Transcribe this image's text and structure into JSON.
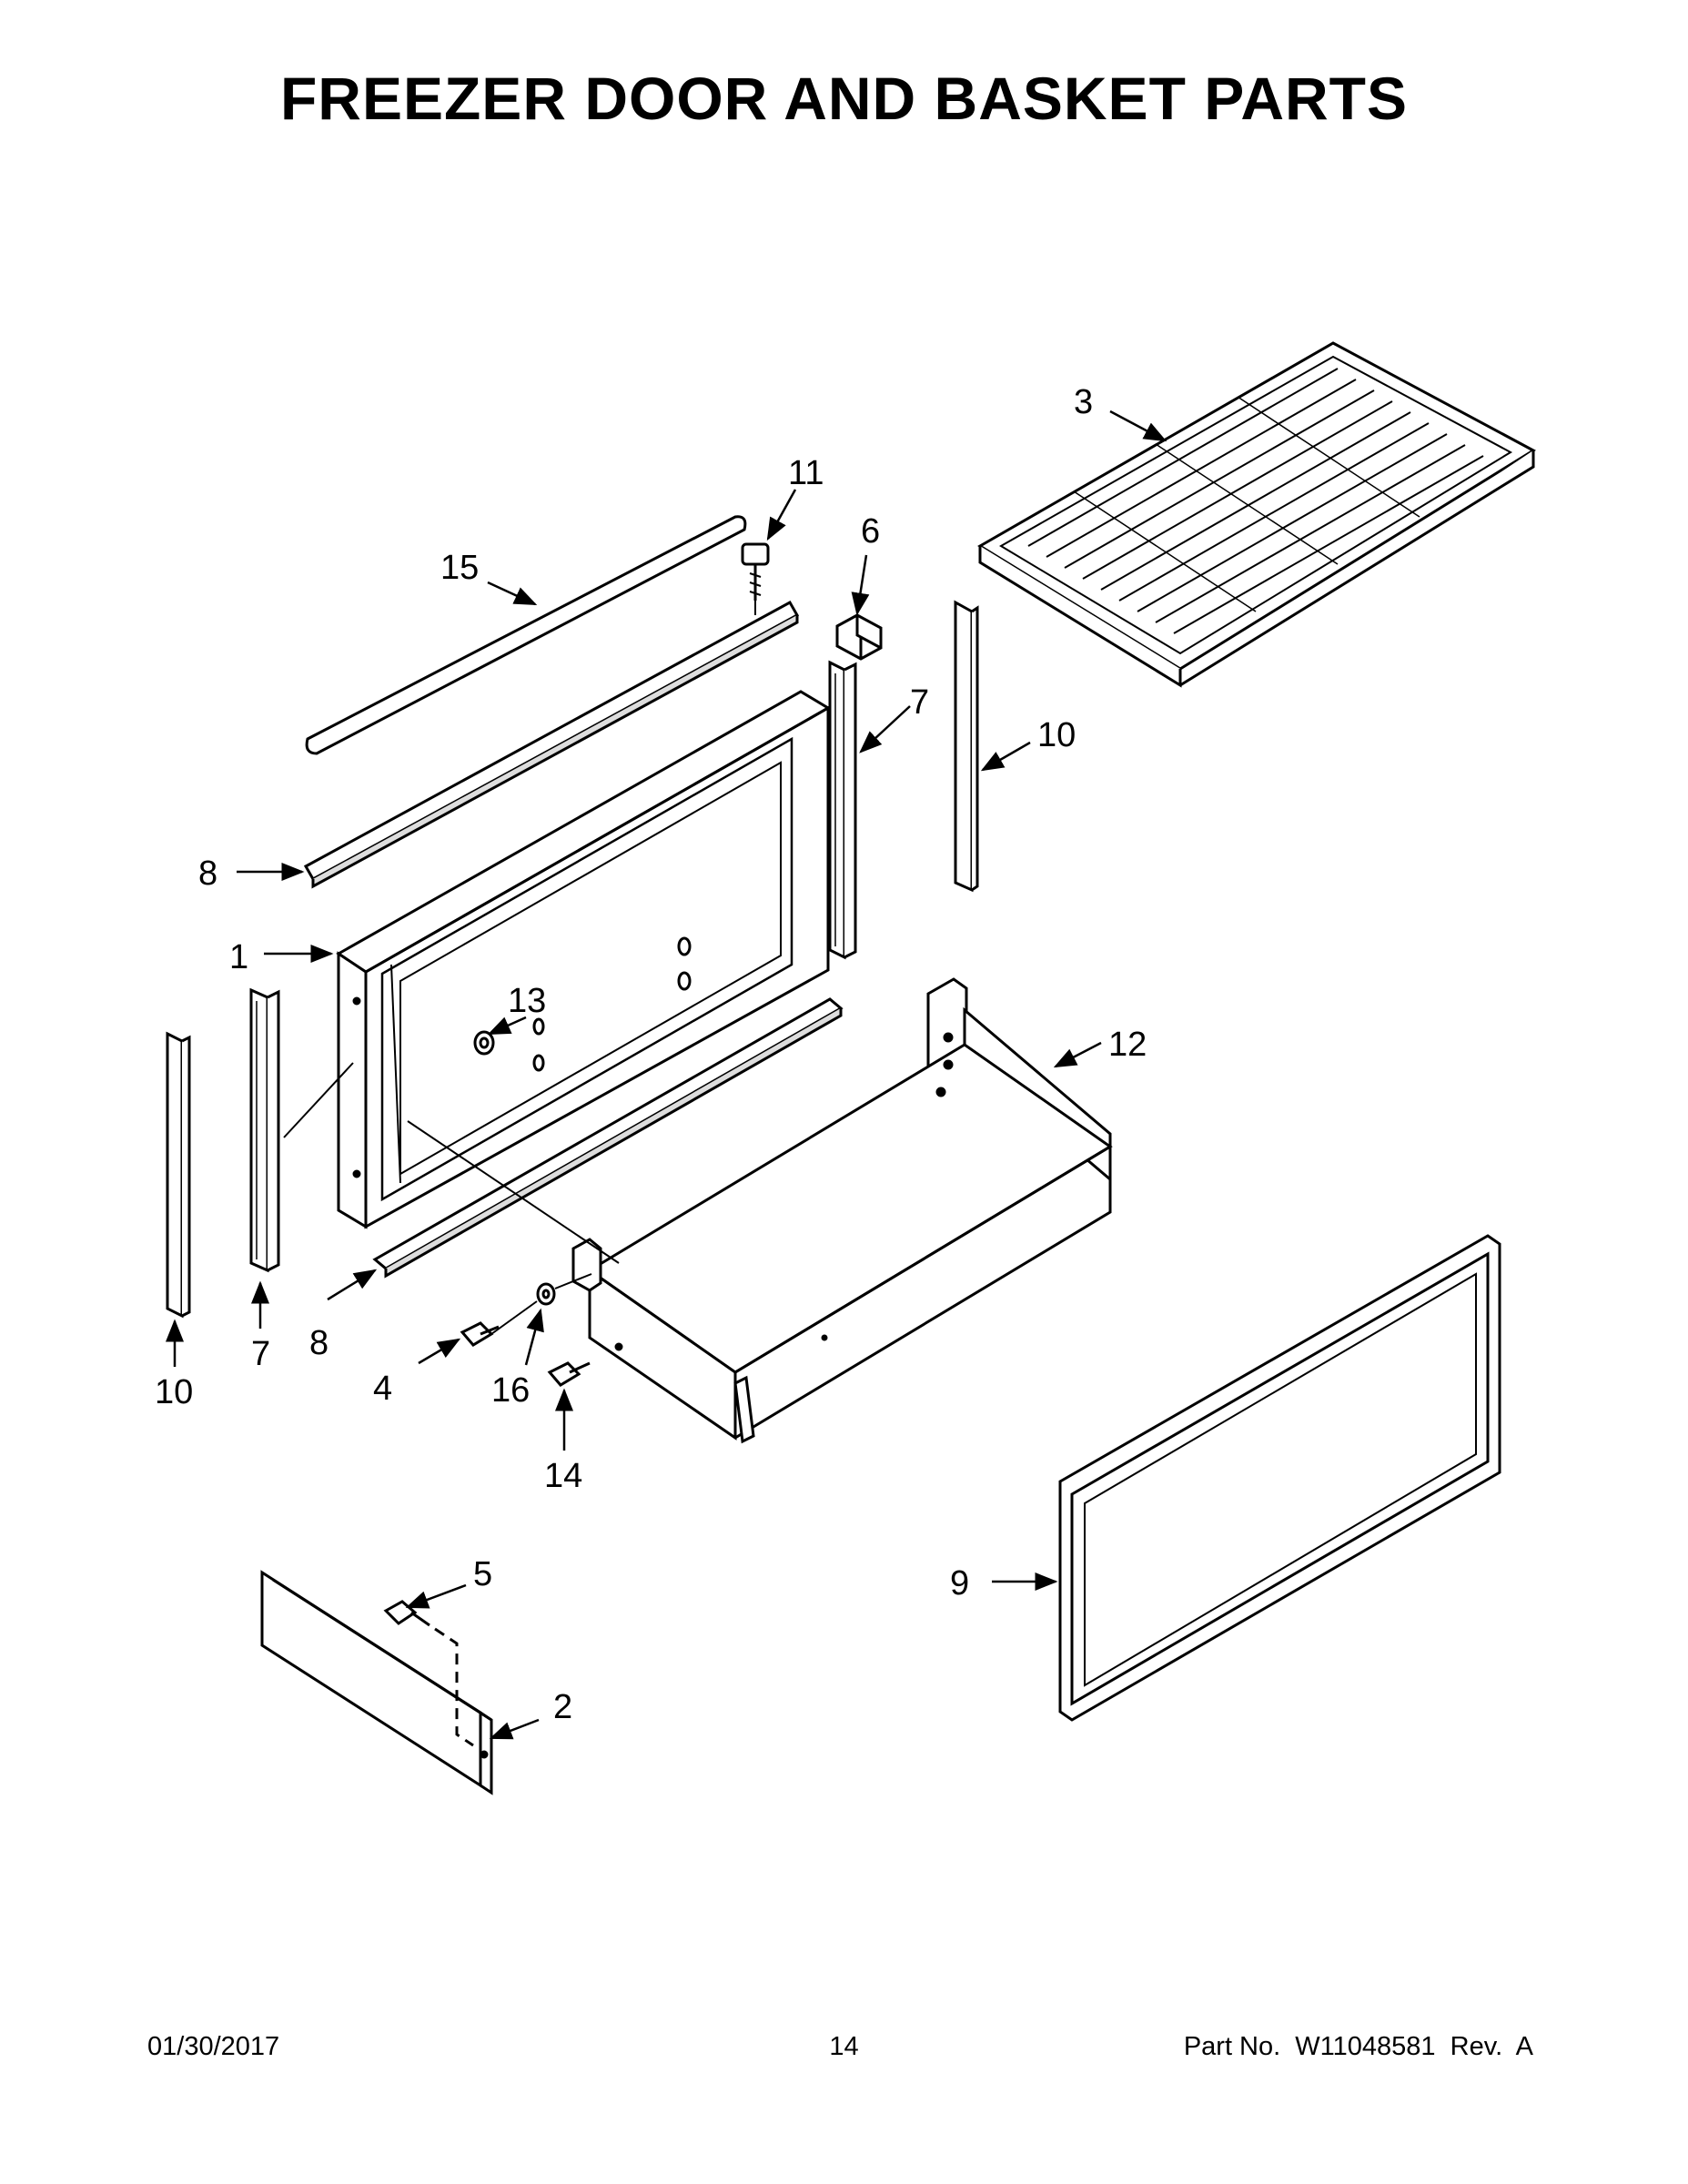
{
  "title": "FREEZER DOOR AND BASKET PARTS",
  "callouts": {
    "c1": "1",
    "c2": "2",
    "c3": "3",
    "c4": "4",
    "c5": "5",
    "c6": "6",
    "c7a": "7",
    "c7b": "7",
    "c8a": "8",
    "c8b": "8",
    "c9": "9",
    "c10a": "10",
    "c10b": "10",
    "c11": "11",
    "c12": "12",
    "c13": "13",
    "c14": "14",
    "c15": "15",
    "c16": "16"
  },
  "footer": {
    "date": "01/30/2017",
    "page": "14",
    "part_number": "Part No.  W11048581  Rev.  A"
  }
}
